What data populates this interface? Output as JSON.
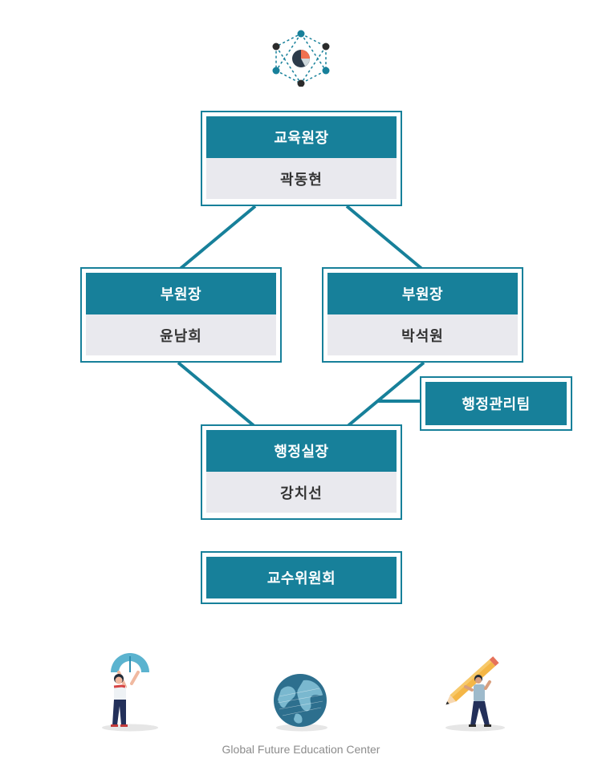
{
  "org": {
    "director": {
      "title": "교육원장",
      "name": "곽동현"
    },
    "vice_left": {
      "title": "부원장",
      "name": "윤남희"
    },
    "vice_right": {
      "title": "부원장",
      "name": "박석원"
    },
    "admin_head": {
      "title": "행정실장",
      "name": "강치선"
    },
    "admin_team": {
      "title": "행정관리팀"
    },
    "committee": {
      "title": "교수위원회"
    }
  },
  "footer": {
    "text": "Global Future Education Center"
  },
  "colors": {
    "primary": "#17809a",
    "name_bg": "#e9e9ee",
    "text_dark": "#333333",
    "footer_text": "#8c8c8c"
  },
  "icons": {
    "top": "network-pie-icon",
    "left": "woman-holding-protractor-icon",
    "center": "globe-icon",
    "right": "man-holding-pencil-icon"
  }
}
